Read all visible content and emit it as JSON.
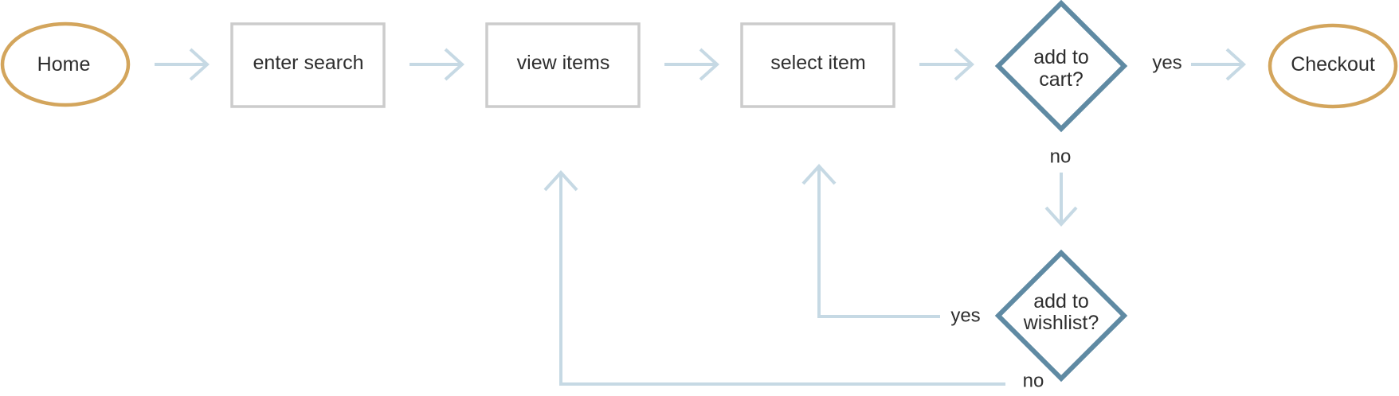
{
  "nodes": {
    "home": "Home",
    "enter_search": "enter search",
    "view_items": "view items",
    "select_item": "select item",
    "add_to_cart": [
      "add to",
      "cart?"
    ],
    "checkout": "Checkout",
    "add_to_wishlist": [
      "add to",
      "wishlist?"
    ]
  },
  "edges": {
    "cart_yes": "yes",
    "cart_no": "no",
    "wishlist_yes": "yes",
    "wishlist_no": "no"
  },
  "colors": {
    "terminal_border": "#d3a55c",
    "process_border": "#cccccc",
    "decision_border": "#5f8aa3",
    "arrow": "#c6d9e4",
    "text": "#2e2e2e"
  }
}
